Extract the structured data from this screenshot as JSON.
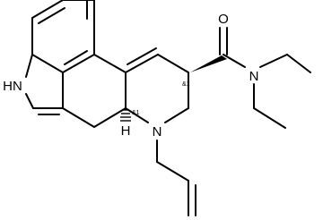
{
  "structure": {
    "atom_labels": {
      "carbonyl_oxygen": "O",
      "amide_nitrogen": "N",
      "ring_nitrogen": "N",
      "indole_nh": "HN",
      "stereo_hydrogen": "H"
    },
    "stereo_labels": {
      "c8": "&1",
      "c5": "&1"
    }
  }
}
